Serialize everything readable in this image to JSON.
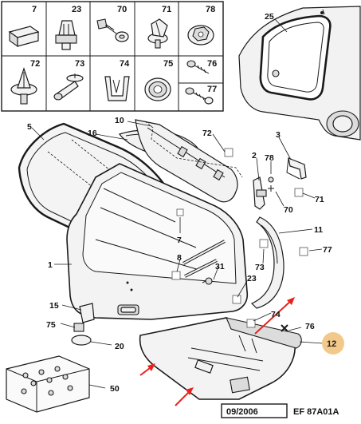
{
  "diagram": {
    "grid_cells": [
      {
        "num": "7",
        "icon": "plug-block-icon"
      },
      {
        "num": "23",
        "icon": "clip-icon"
      },
      {
        "num": "70",
        "icon": "bolt-washer-icon"
      },
      {
        "num": "71",
        "icon": "push-rivet-icon"
      },
      {
        "num": "78",
        "icon": "hex-nut-icon"
      },
      {
        "num": "72",
        "icon": "pin-clip-icon"
      },
      {
        "num": "73",
        "icon": "stud-rivet-icon"
      },
      {
        "num": "74",
        "icon": "spring-clip-icon"
      },
      {
        "num": "75",
        "icon": "grommet-icon"
      },
      {
        "num": "76",
        "icon": "screw-icon"
      },
      {
        "num": "77",
        "icon": "screw-icon"
      }
    ],
    "labels": {
      "l25": "25",
      "l5": "5",
      "l16": "16",
      "l10": "10",
      "l72": "72",
      "l3": "3",
      "l2": "2",
      "l78": "78",
      "l71": "71",
      "l70": "70",
      "l11": "11",
      "l77": "77",
      "l73": "73",
      "l7": "7",
      "l8": "8",
      "l31": "31",
      "l1": "1",
      "l23": "23",
      "l15": "15",
      "l75": "75",
      "l74": "74",
      "l76": "76",
      "l20": "20",
      "l50": "50",
      "l12": "12"
    },
    "footer": {
      "date": "09/2006",
      "ref": "EF 87A01A"
    },
    "colors": {
      "arrow": "#e8231c",
      "highlight": "#f2c98a",
      "ink": "#1a1a1a"
    }
  }
}
